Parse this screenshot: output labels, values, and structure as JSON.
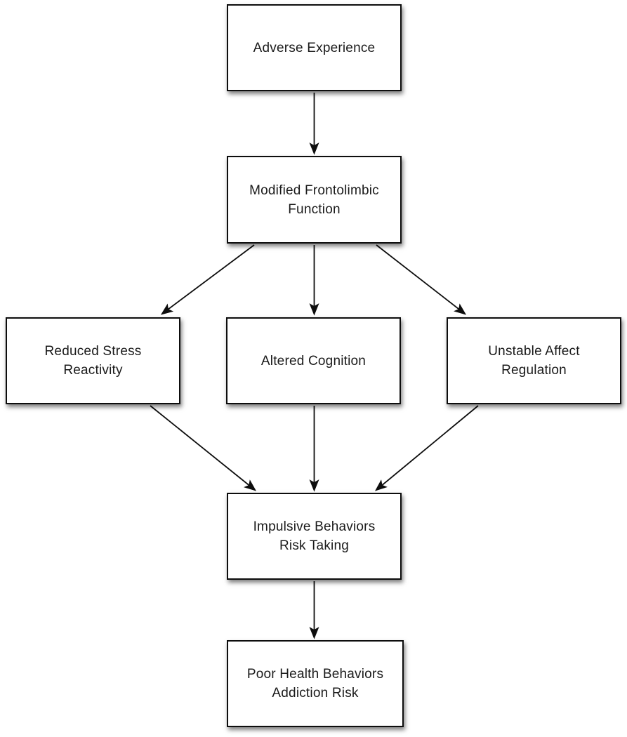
{
  "diagram": {
    "type": "flowchart",
    "colors": {
      "background": "#ffffff",
      "node_fill": "#ffffff",
      "node_border": "#0d0d0d",
      "arrow": "#0d0d0d",
      "text": "#1a1a1a"
    },
    "nodes": [
      {
        "id": "adverse-experience",
        "label": "Adverse Experience"
      },
      {
        "id": "modified-frontolimbic-function",
        "label": "Modified Frontolimbic\nFunction"
      },
      {
        "id": "reduced-stress-reactivity",
        "label": "Reduced Stress\nReactivity"
      },
      {
        "id": "altered-cognition",
        "label": "Altered Cognition"
      },
      {
        "id": "unstable-affect-regulation",
        "label": "Unstable Affect\nRegulation"
      },
      {
        "id": "impulsive-behaviors-risk-taking",
        "label": "Impulsive Behaviors\nRisk Taking"
      },
      {
        "id": "poor-health-behaviors-addiction-risk",
        "label": "Poor Health Behaviors\nAddiction Risk"
      }
    ],
    "edges": [
      {
        "from": "adverse-experience",
        "to": "modified-frontolimbic-function"
      },
      {
        "from": "modified-frontolimbic-function",
        "to": "reduced-stress-reactivity"
      },
      {
        "from": "modified-frontolimbic-function",
        "to": "altered-cognition"
      },
      {
        "from": "modified-frontolimbic-function",
        "to": "unstable-affect-regulation"
      },
      {
        "from": "reduced-stress-reactivity",
        "to": "impulsive-behaviors-risk-taking"
      },
      {
        "from": "altered-cognition",
        "to": "impulsive-behaviors-risk-taking"
      },
      {
        "from": "unstable-affect-regulation",
        "to": "impulsive-behaviors-risk-taking"
      },
      {
        "from": "impulsive-behaviors-risk-taking",
        "to": "poor-health-behaviors-addiction-risk"
      }
    ]
  }
}
